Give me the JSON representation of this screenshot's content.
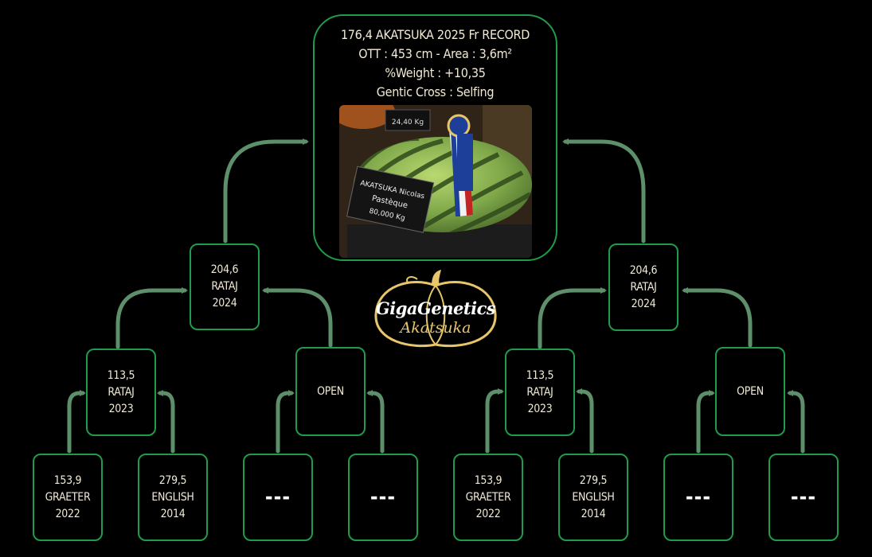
{
  "colors": {
    "background": "#000000",
    "box_border": "#1f9b4a",
    "connector": "#5e8f6b",
    "text": "#f1ead6",
    "logo_gold": "#e7c56a"
  },
  "root": {
    "title": "176,4 AKATSUKA 2025 Fr RECORD",
    "ott": "OTT : 453 cm  -  Area : 3,6m²",
    "weight": "%Weight : +10,35",
    "cross": "Gentic Cross : Selfing",
    "photo": {
      "sign_top": "24,40 Kg",
      "sign_main": [
        "AKATSUKA Nicolas",
        "Pastèque",
        "80,000 Kg"
      ]
    }
  },
  "logo": {
    "brand": "GigaGenetics",
    "sub": "Akatsuka"
  },
  "left": {
    "parent": {
      "lines": [
        "204,6",
        "RATAJ",
        "2024"
      ]
    },
    "gp_a": {
      "lines": [
        "113,5",
        "RATAJ",
        "2023"
      ]
    },
    "gp_b": {
      "lines": [
        "OPEN"
      ]
    },
    "ggp_1": {
      "lines": [
        "153,9",
        "GRAETER",
        "2022"
      ]
    },
    "ggp_2": {
      "lines": [
        "279,5",
        "ENGLISH",
        "2014"
      ]
    },
    "ggp_3": {
      "lines": [
        "---"
      ]
    },
    "ggp_4": {
      "lines": [
        "---"
      ]
    }
  },
  "right": {
    "parent": {
      "lines": [
        "204,6",
        "RATAJ",
        "2024"
      ]
    },
    "gp_a": {
      "lines": [
        "113,5",
        "RATAJ",
        "2023"
      ]
    },
    "gp_b": {
      "lines": [
        "OPEN"
      ]
    },
    "ggp_1": {
      "lines": [
        "153,9",
        "GRAETER",
        "2022"
      ]
    },
    "ggp_2": {
      "lines": [
        "279,5",
        "ENGLISH",
        "2014"
      ]
    },
    "ggp_3": {
      "lines": [
        "---"
      ]
    },
    "ggp_4": {
      "lines": [
        "---"
      ]
    }
  }
}
